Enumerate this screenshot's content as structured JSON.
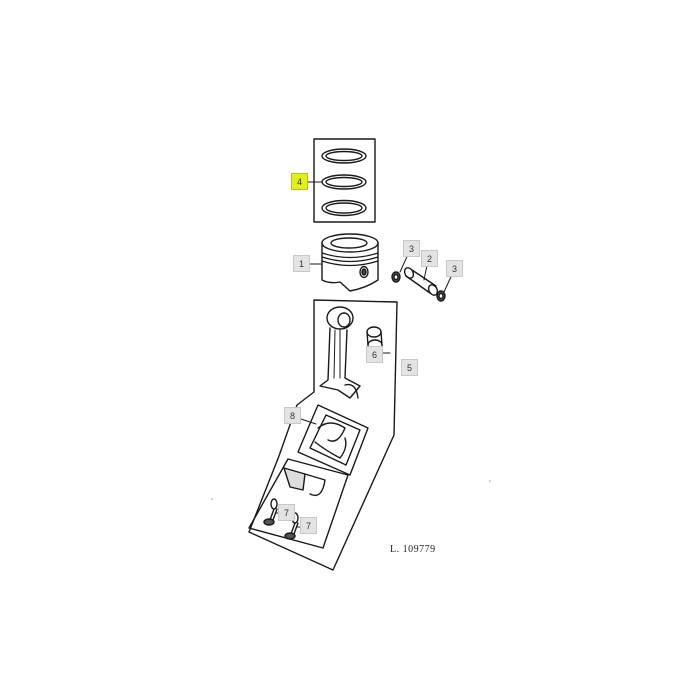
{
  "figure": {
    "id_label": "L. 109779",
    "highlight_color": "#e4ef1a",
    "callout_color": "#e3e3e3"
  },
  "callouts": [
    {
      "label": "4",
      "part": "piston-ring-set",
      "active": true
    },
    {
      "label": "1",
      "part": "piston",
      "active": false
    },
    {
      "label": "3",
      "part": "snap-ring-left",
      "active": false
    },
    {
      "label": "2",
      "part": "piston-pin",
      "active": false
    },
    {
      "label": "3",
      "part": "snap-ring-right",
      "active": false
    },
    {
      "label": "6",
      "part": "bushing",
      "active": false
    },
    {
      "label": "5",
      "part": "connecting-rod-assembly",
      "active": false
    },
    {
      "label": "8",
      "part": "bearing-shell-set",
      "active": false
    },
    {
      "label": "7",
      "part": "cap-screw-left",
      "active": false
    },
    {
      "label": "7",
      "part": "cap-screw-right",
      "active": false
    }
  ]
}
